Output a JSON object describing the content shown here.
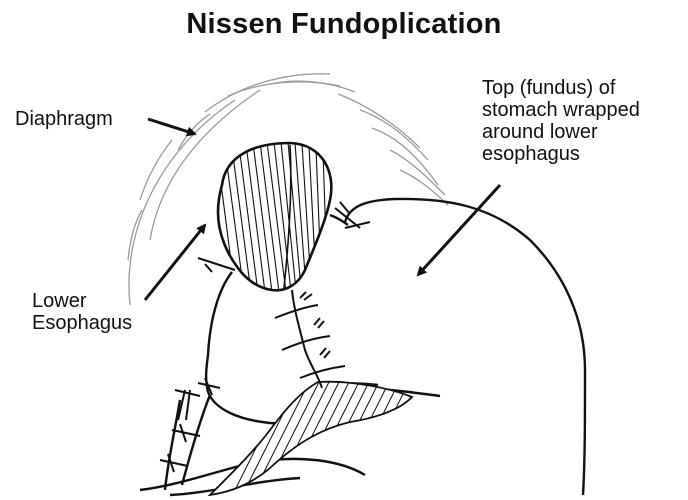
{
  "title": "Nissen Fundoplication",
  "labels": {
    "diaphragm": "Diaphragm",
    "fundus": [
      "Top (fundus) of",
      "stomach wrapped",
      "around lower",
      "esophagus"
    ],
    "lower_esophagus": [
      "Lower",
      "Esophagus"
    ]
  },
  "colors": {
    "ink": "#111111",
    "background": "#ffffff",
    "diaphragm_lines": "#9a9a9a"
  }
}
